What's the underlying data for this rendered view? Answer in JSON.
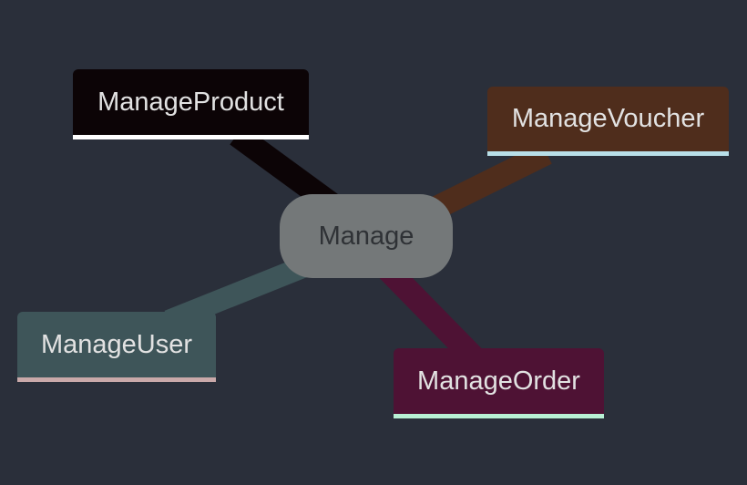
{
  "diagram": {
    "root": {
      "label": "Manage",
      "fill": "#747879",
      "text_color": "#2f3236"
    },
    "children": [
      {
        "label": "ManageProduct",
        "fill": "#0c0406",
        "underline": "#ffffff",
        "edge_color": "#0c0406",
        "text_color": "#e2e2e2"
      },
      {
        "label": "ManageVoucher",
        "fill": "#4f2d1c",
        "underline": "#b8dfe8",
        "edge_color": "#4f2d1c",
        "text_color": "#e2e2e2"
      },
      {
        "label": "ManageUser",
        "fill": "#3e5559",
        "underline": "#c9a9a9",
        "edge_color": "#3e5559",
        "text_color": "#e2e2e2"
      },
      {
        "label": "ManageOrder",
        "fill": "#4e1234",
        "underline": "#b8f0d4",
        "edge_color": "#4e1234",
        "text_color": "#e2e2e2"
      }
    ]
  }
}
